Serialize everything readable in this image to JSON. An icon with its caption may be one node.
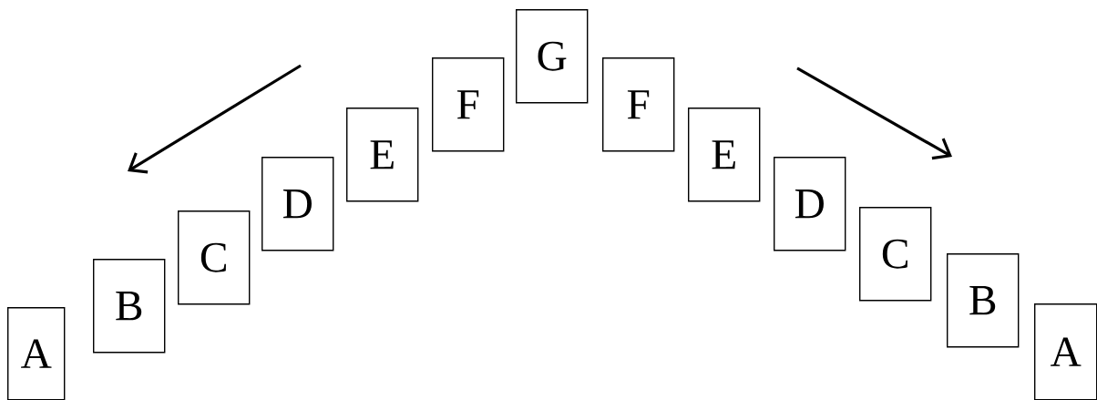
{
  "diagram": {
    "nodes": [
      {
        "text": [
          "A"
        ]
      },
      {
        "text": [
          "B"
        ]
      },
      {
        "text": [
          "C"
        ]
      },
      {
        "text": [
          "D"
        ]
      },
      {
        "text": [
          "E"
        ]
      },
      {
        "text": [
          "F"
        ]
      },
      {
        "text": [
          "G"
        ]
      },
      {
        "text": [
          "F"
        ]
      },
      {
        "text": [
          "E"
        ]
      },
      {
        "text": [
          "D"
        ]
      },
      {
        "text": [
          "C"
        ]
      },
      {
        "text": [
          "B"
        ]
      },
      {
        "text": [
          "A"
        ]
      }
    ]
  }
}
